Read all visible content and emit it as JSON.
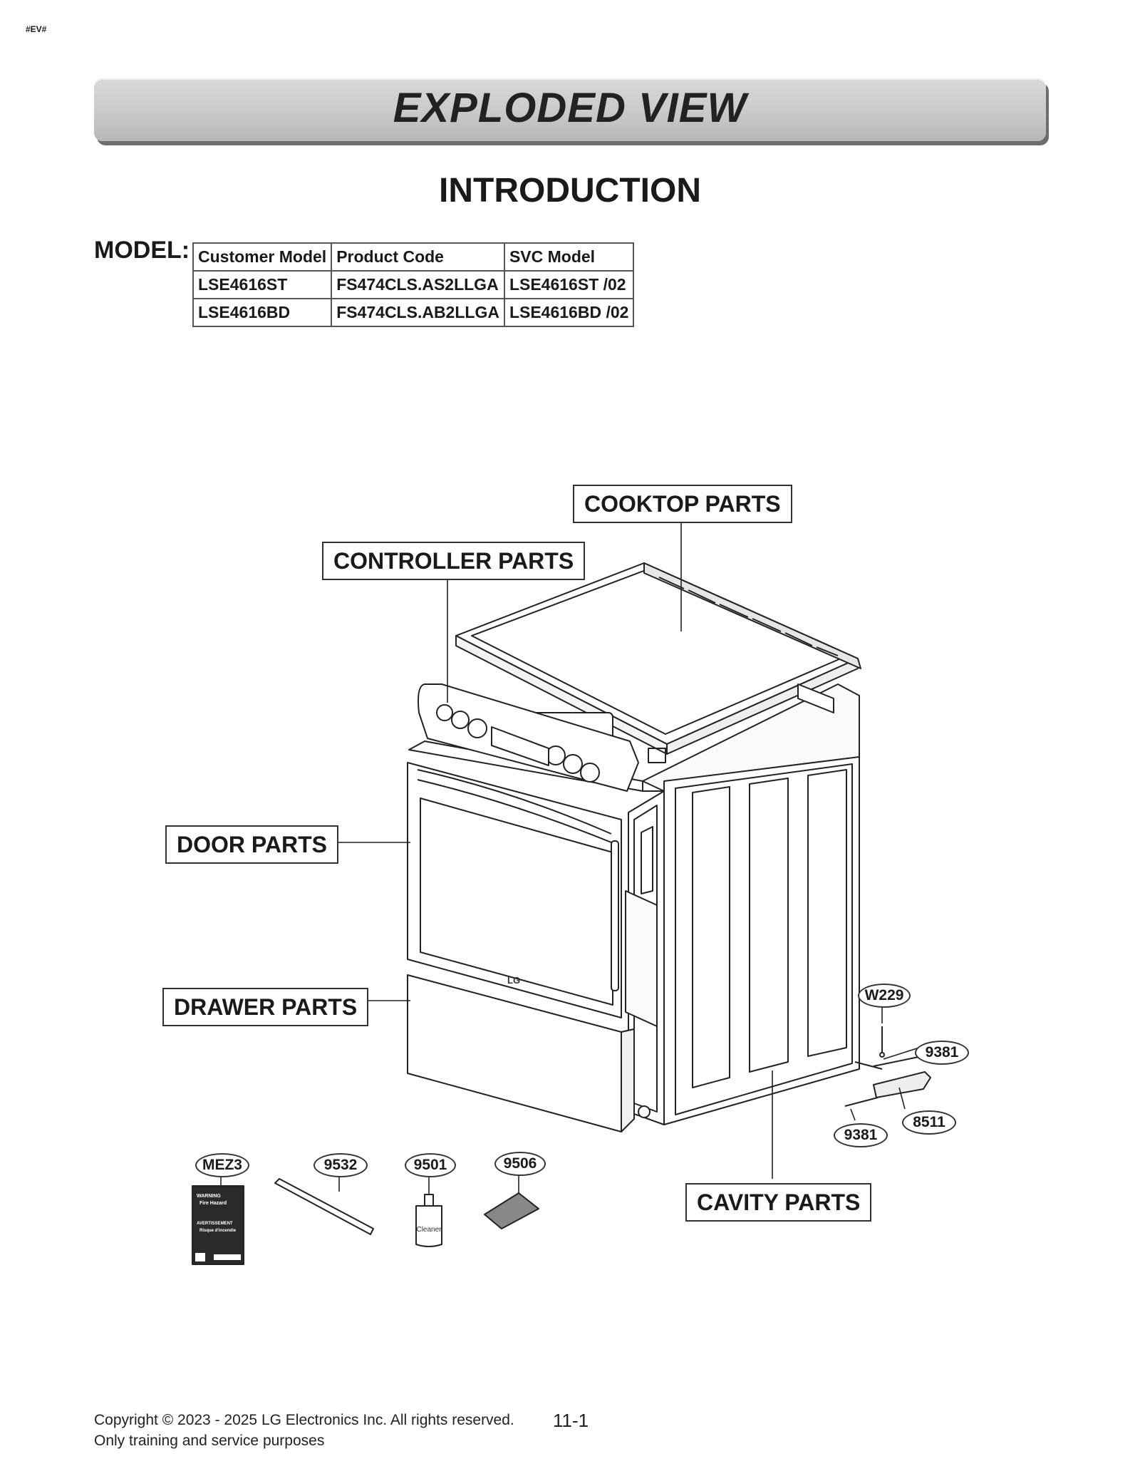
{
  "header": {
    "doc_tag": "#EV#",
    "banner_title": "EXPLODED VIEW",
    "heading": "INTRODUCTION"
  },
  "model": {
    "label": "MODEL:",
    "columns": [
      "Customer Model",
      "Product Code",
      "SVC Model"
    ],
    "rows": [
      [
        "LSE4616ST",
        "FS474CLS.AS2LLGA",
        "LSE4616ST  /02"
      ],
      [
        "LSE4616BD",
        "FS474CLS.AB2LLGA",
        "LSE4616BD  /02"
      ]
    ]
  },
  "diagram": {
    "callouts": {
      "cooktop": "COOKTOP PARTS",
      "controller": "CONTROLLER PARTS",
      "door": "DOOR PARTS",
      "drawer": "DRAWER PARTS",
      "cavity": "CAVITY PARTS"
    },
    "part_numbers": {
      "w229": "W229",
      "p9381_a": "9381",
      "p8511": "8511",
      "p9381_b": "9381",
      "mez3": "MEZ3",
      "p9532": "9532",
      "p9501": "9501",
      "p9506": "9506"
    },
    "brand_mark": "LG",
    "cleaner_label": "Cleaner",
    "label_sticker": {
      "warning": "WARNING",
      "fire_hazard": "Fire Hazard",
      "avertissement": "AVERTISSEMENT",
      "risque": "Risque d'incendie"
    }
  },
  "footer": {
    "copyright": "Copyright © 2023 - 2025 LG Electronics Inc. All rights reserved.",
    "purpose": "Only training and service purposes",
    "page": "11-1"
  }
}
